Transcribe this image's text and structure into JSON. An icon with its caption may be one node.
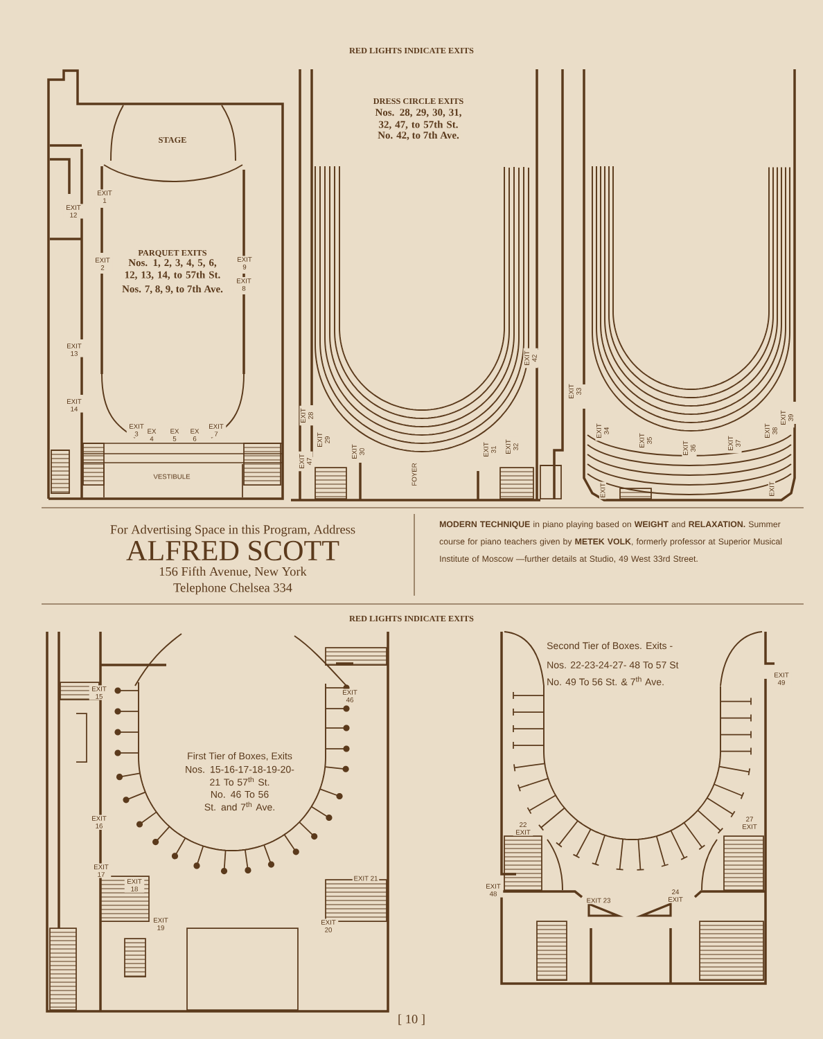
{
  "diagram": {
    "labels": [
      "RED LIGHTS INDICATE EXITS",
      "STAGE",
      "EXIT 1",
      "EXIT 12",
      "PARQUET EXITS",
      "Nos. 1, 2, 3, 4, 5, 6, 12, 13, 14, to 57th St.",
      "Nos. 7, 8, 9, to 7th Ave.",
      "EXIT 2",
      "EXIT 9",
      "EXIT 8",
      "EXIT 13",
      "EXIT 14",
      "EXIT 3",
      "EX 4",
      "EX 5",
      "EX 6",
      "EXIT 7",
      "VESTIBULE",
      "DRESS CIRCLE EXITS",
      "Nos. 28, 29, 30, 31, 32, 47, to 57th St.",
      "No. 42, to 7th Ave.",
      "EXIT 42",
      "EXIT 28",
      "EXIT 47",
      "EXIT 29",
      "EXIT 30",
      "FOYER",
      "EXIT 31",
      "EXIT 32",
      "EXIT 33",
      "EXIT 34",
      "EXIT 35",
      "EXIT 36",
      "EXIT 37",
      "EXIT 38",
      "EXIT 39",
      "EXIT",
      "EXIT",
      "For Advertising Space in this Program, Address",
      "ALFRED SCOTT",
      "156 Fifth Avenue, New York",
      "Telephone Chelsea 334",
      "**MODERN TECHNIQUE** in piano playing based on **WEIGHT** and **RELAXATION.** Summer course for piano teachers given by **METEK VOLK**, formerly professor at Superior Musical Institute of Moscow —further details at Studio, 49 West 33rd Street.",
      "RED LIGHTS INDICATE EXITS",
      "EXIT 15",
      "EXIT 16",
      "EXIT 17",
      "EXIT 18",
      "EXIT 19",
      "EXIT 46",
      "First Tier of Boxes, Exits",
      "Nos. 15-16-17-18-19-20- 21 To 57$^{th}$ St.",
      "No. 46 To 56 St. and 7$^{th}$ Ave.",
      "EXIT 21",
      "EXIT 20",
      "Second Tier of Boxes. Exits -",
      "Nos. 22-23-24-27- 48 To 57 St",
      "No. 49 To 56 St. & 7$^{th}$ Ave.",
      "EXIT 49",
      "22 EXIT",
      "27 EXIT",
      "EXIT 48",
      "EXIT 23",
      "24 EXIT",
      "[ 10 ]"
    ]
  }
}
